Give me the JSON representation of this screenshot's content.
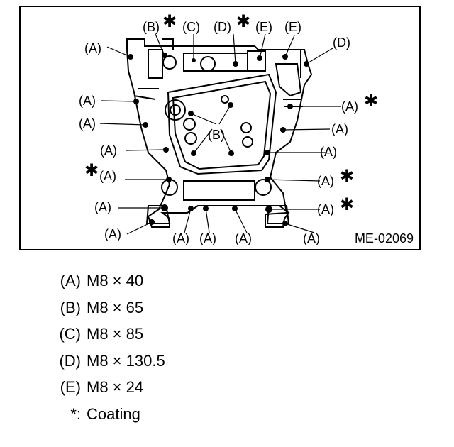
{
  "figure": {
    "id": "ME-02069",
    "callouts": {
      "A": "(A)",
      "B": "(B)",
      "C": "(C)",
      "D": "(D)",
      "E": "(E)"
    },
    "coating_mark": "✱"
  },
  "legend": [
    {
      "key": "(A)",
      "value": "M8 × 40"
    },
    {
      "key": "(B)",
      "value": "M8 × 65"
    },
    {
      "key": "(C)",
      "value": "M8 × 85"
    },
    {
      "key": "(D)",
      "value": "M8 × 130.5"
    },
    {
      "key": "(E)",
      "value": "M8 × 24"
    },
    {
      "key": "*:",
      "value": "Coating"
    }
  ]
}
